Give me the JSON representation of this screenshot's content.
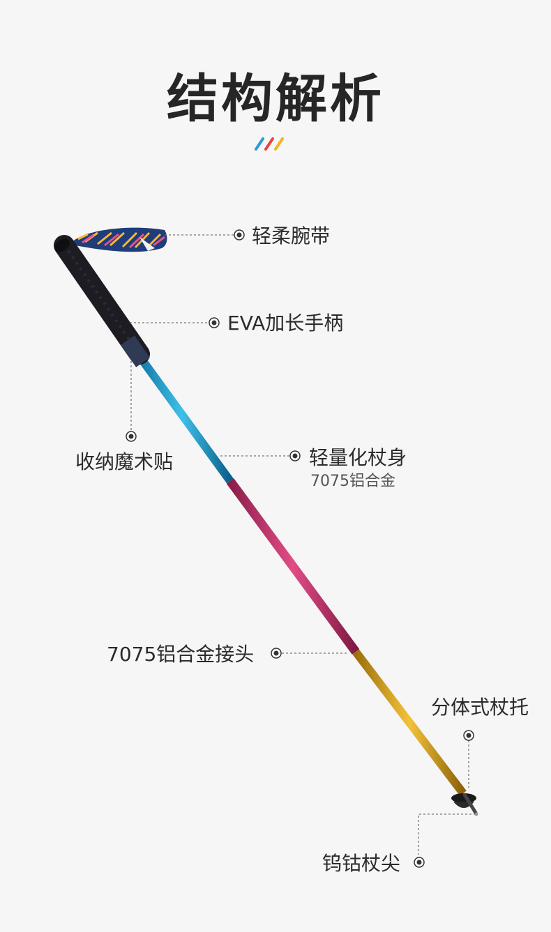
{
  "title": "结构解析",
  "colors": {
    "background": "#f6f6f6",
    "deco_blue": "#2a9be0",
    "deco_red": "#e8453c",
    "deco_yellow": "#f2b51c",
    "shaft_blue": "#1fa3cf",
    "shaft_pink": "#c8336f",
    "shaft_gold": "#d9a21e",
    "grip": "#1c1c22",
    "strap": "#1e3d7a"
  },
  "callouts": {
    "strap": "轻柔腕带",
    "grip": "EVA加长手柄",
    "velcro": "收纳魔术贴",
    "shaft": "轻量化杖身",
    "shaft_material": "7075铝合金",
    "joint": "7075铝合金接头",
    "basket": "分体式杖托",
    "tip": "钨钴杖尖"
  }
}
